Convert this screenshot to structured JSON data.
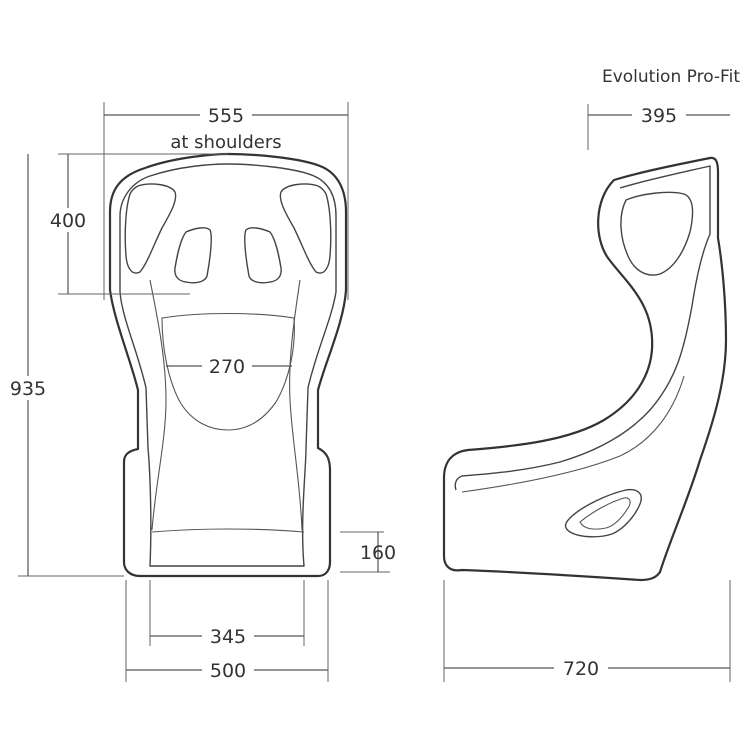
{
  "title": "Evolution Pro-Fit",
  "front_view": {
    "width_shoulders": "555",
    "width_shoulders_note": "at shoulders",
    "head_height": "400",
    "total_height": "935",
    "lumbar_width": "270",
    "cushion_height": "160",
    "inner_base_width": "345",
    "base_width": "500"
  },
  "side_view": {
    "headrest_depth": "395",
    "total_depth": "720"
  }
}
